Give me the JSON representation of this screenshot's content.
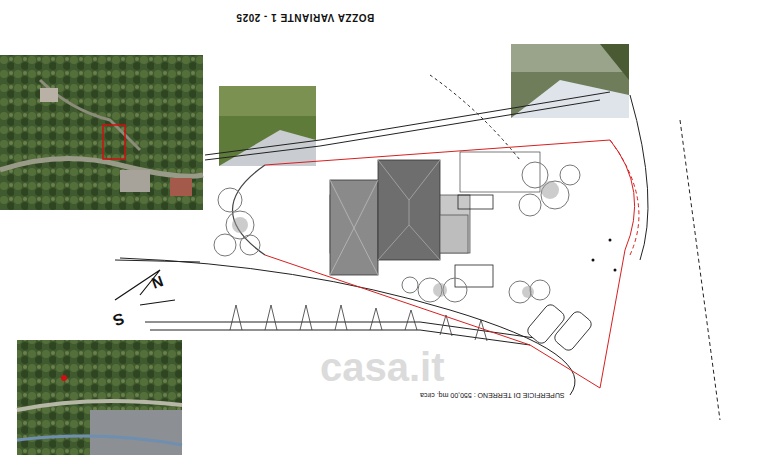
{
  "diagram": {
    "title": "BOZZA VARIANTE 1 - 2025",
    "labels": [
      "SUPERFICIE DI TERRENO : 550,00 mq. circa",
      "N",
      "S",
      "casa.it"
    ]
  }
}
